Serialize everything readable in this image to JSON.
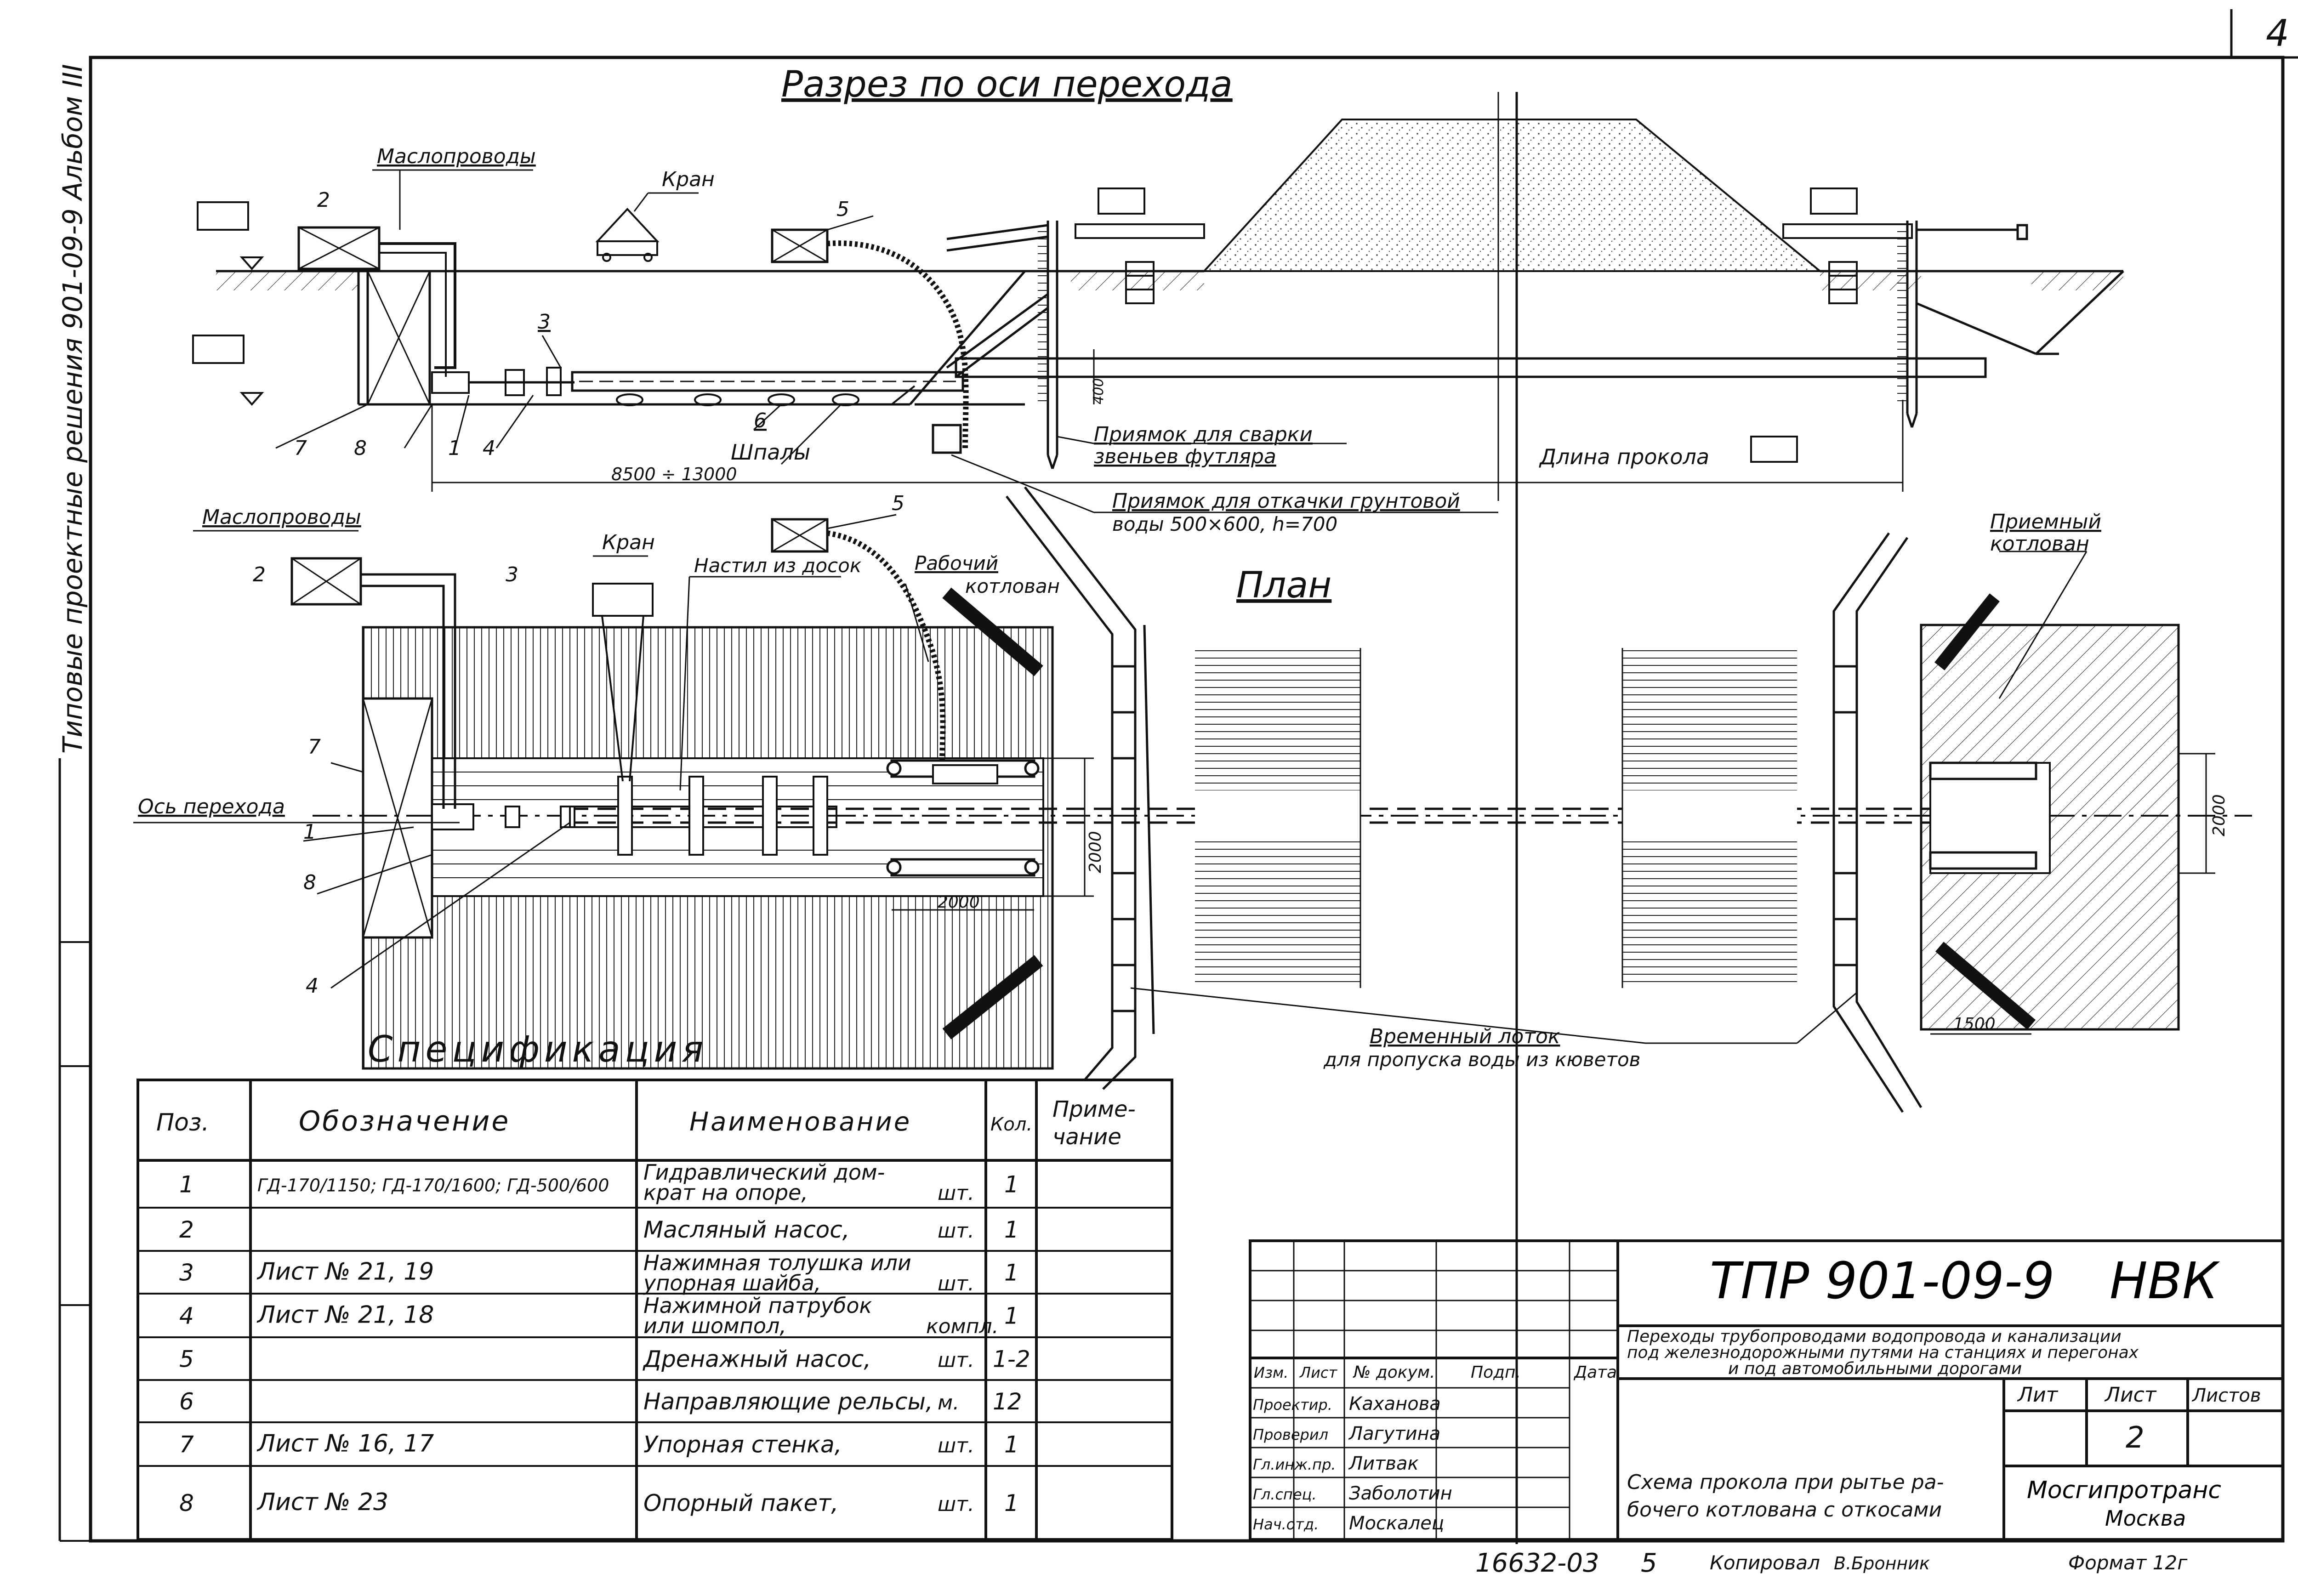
{
  "sheet": {
    "page_number": "4",
    "side_note": "Типовые проектные решения 901-09-9 Альбом III"
  },
  "section": {
    "title": "Разрез по оси перехода",
    "labels": {
      "oil_lines": "Маслопроводы",
      "crane": "Кран",
      "sleepers": "Шпалы",
      "pit_welding_1": "Приямок для сварки",
      "pit_welding_2": "звеньев футляра",
      "pit_pump_1": "Приямок для откачки грунтовой",
      "pit_pump_2": "воды 500×600,  h=700",
      "length": "Длина прокола",
      "dim_range": "8500 ÷ 13000",
      "dim_400": "400"
    },
    "callouts": [
      "2",
      "5",
      "3",
      "6",
      "7",
      "8",
      "1",
      "4"
    ]
  },
  "plan": {
    "title": "План",
    "labels": {
      "oil_lines": "Маслопроводы",
      "crane": "Кран",
      "deck": "Настил из досок",
      "work_pit_1": "Рабочий",
      "work_pit_2": "котлован",
      "recv_pit_1": "Приемный",
      "recv_pit_2": "котлован",
      "axis": "Ось перехода",
      "tray_1": "Временный лоток",
      "tray_2": "для пропуска воды из кюветов",
      "dim_2000_a": "2000",
      "dim_2000_b": "2000",
      "dim_2000_c": "2000",
      "dim_1500": "1500"
    },
    "callouts": [
      "2",
      "3",
      "5",
      "7",
      "1",
      "8",
      "4"
    ]
  },
  "spec": {
    "title": "Спецификация",
    "headers": {
      "pos": "Поз.",
      "designation": "Обозначение",
      "name": "Наименование",
      "qty": "Кол.",
      "note_1": "Приме-",
      "note_2": "чание"
    },
    "rows": [
      {
        "pos": "1",
        "designation": "ГД-170/1150; ГД-170/1600; ГД-500/600",
        "name": "Гидравлический дом-",
        "name2": "крат на опоре,",
        "unit": "шт.",
        "qty": "1"
      },
      {
        "pos": "2",
        "designation": "",
        "name": "Масляный насос,",
        "name2": "",
        "unit": "шт.",
        "qty": "1"
      },
      {
        "pos": "3",
        "designation": "Лист № 21, 19",
        "name": "Нажимная толушка или",
        "name2": "упорная шайба,",
        "unit": "шт.",
        "qty": "1"
      },
      {
        "pos": "4",
        "designation": "Лист № 21, 18",
        "name": "Нажимной патрубок",
        "name2": "или шомпол,",
        "unit": "компл.",
        "qty": "1"
      },
      {
        "pos": "5",
        "designation": "",
        "name": "Дренажный насос,",
        "name2": "",
        "unit": "шт.",
        "qty": "1-2"
      },
      {
        "pos": "6",
        "designation": "",
        "name": "Направляющие рельсы,",
        "name2": "",
        "unit": "м.",
        "qty": "12"
      },
      {
        "pos": "7",
        "designation": "Лист № 16, 17",
        "name": "Упорная стенка,",
        "name2": "",
        "unit": "шт.",
        "qty": "1"
      },
      {
        "pos": "8",
        "designation": "Лист № 23",
        "name": "Опорный пакет,",
        "name2": "",
        "unit": "шт.",
        "qty": "1"
      }
    ]
  },
  "title_block": {
    "code": "ТПР 901-09-9",
    "mark": "НВК",
    "project_1": "Переходы трубопроводами водопровода и канализации",
    "project_2": "под железнодорожными путями на станциях и перегонах",
    "project_3": "и под автомобильными дорогами",
    "col_headers": [
      "Изм.",
      "Лист",
      "№ докум.",
      "Подп.",
      "Дата"
    ],
    "stage_headers": {
      "lit": "Лит",
      "sheet": "Лист",
      "sheets": "Листов"
    },
    "sheet_no": "2",
    "roles": [
      {
        "role": "Проектир.",
        "name": "Каханова"
      },
      {
        "role": "Проверил",
        "name": "Лагутина"
      },
      {
        "role": "Гл.инж.пр.",
        "name": "Литвак"
      },
      {
        "role": "Гл.спец.",
        "name": "Заболотин"
      },
      {
        "role": "Нач.отд.",
        "name": "Москалец"
      }
    ],
    "drawing_title_1": "Схема прокола при рытье ра-",
    "drawing_title_2": "бочего котлована с откосами",
    "org": "Мосгипротранс",
    "city": "Москва"
  },
  "footer": {
    "inv": "16632-03",
    "n": "5",
    "copied": "Копировал",
    "copied_name": "В.Бронник",
    "format": "Формат 12г"
  }
}
